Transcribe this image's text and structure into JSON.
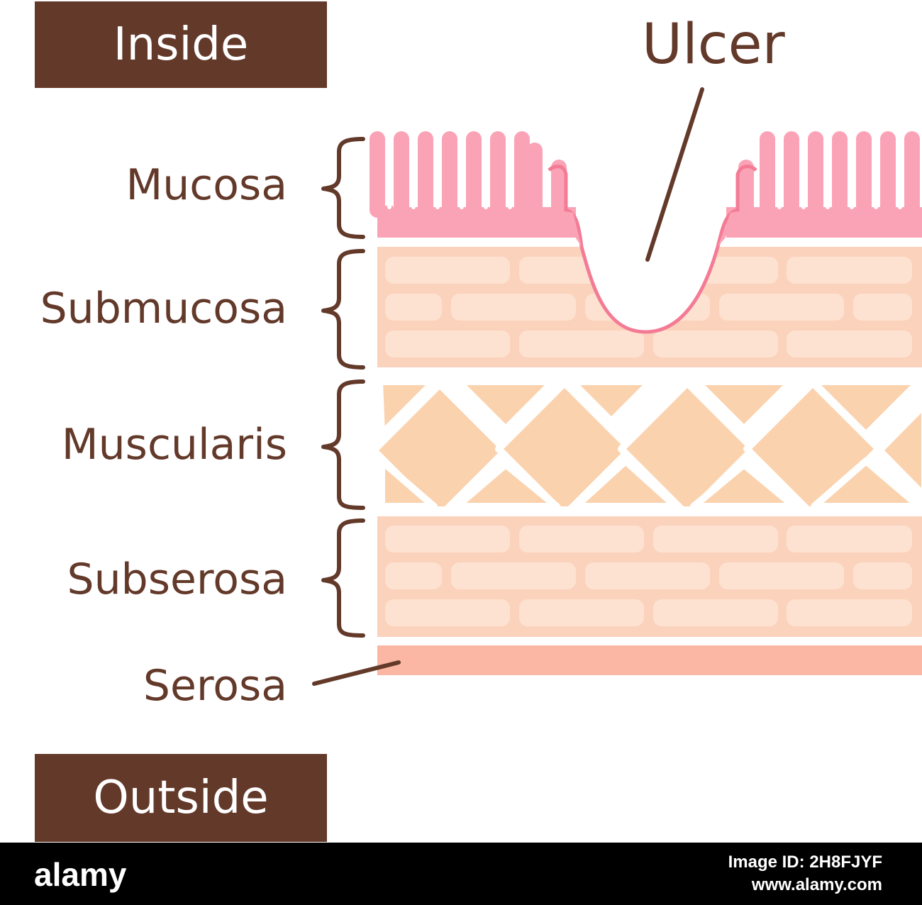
{
  "labels": {
    "inside": "Inside",
    "outside": "Outside",
    "ulcer": "Ulcer",
    "mucosa": "Mucosa",
    "submucosa": "Submucosa",
    "muscularis": "Muscularis",
    "subserosa": "Subserosa",
    "serosa": "Serosa"
  },
  "footer": {
    "logo": "alamy",
    "image_id": "Image ID: 2H8FJYF",
    "url": "www.alamy.com"
  },
  "colors": {
    "label_brown": "#63392a",
    "mucosa_pink": "#fba3b6",
    "mucosa_outline": "#f47b95",
    "submucosa_bg": "#fbd2bc",
    "cell_light": "#fde2d1",
    "muscularis_bg": "#fbd2ae",
    "serosa": "#fbb7a4",
    "footer_bg": "#000000"
  }
}
